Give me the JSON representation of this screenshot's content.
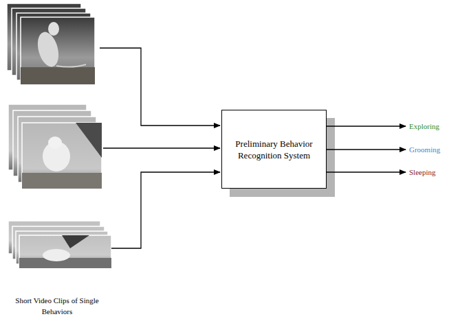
{
  "diagram": {
    "nodes": [
      {
        "text": [
          "Preliminary Behavior Recognition System"
        ]
      }
    ],
    "labels": [
      "Exploring",
      "Grooming",
      "Sleeping",
      "Short Video Clips of Single Behaviors"
    ]
  }
}
